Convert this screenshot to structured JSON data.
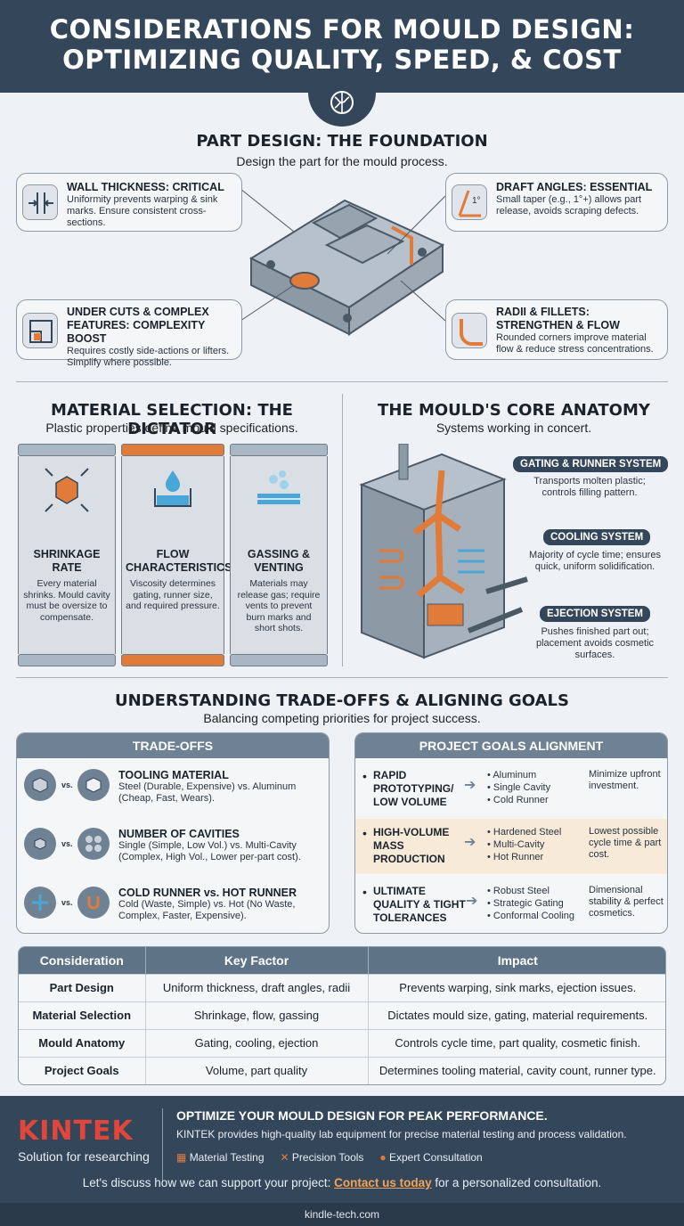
{
  "header": {
    "line1": "CONSIDERATIONS FOR MOULD DESIGN:",
    "line2": "OPTIMIZING QUALITY, SPEED, & COST"
  },
  "part_design": {
    "title": "PART DESIGN: THE FOUNDATION",
    "subtitle": "Design the part for the mould process.",
    "cards": [
      {
        "title": "WALL THICKNESS: CRITICAL",
        "text": "Uniformity prevents warping & sink marks. Ensure consistent cross-sections."
      },
      {
        "title": "DRAFT ANGLES: ESSENTIAL",
        "text": "Small taper (e.g., 1°+) allows part release, avoids scraping defects.",
        "icon_label": "1°"
      },
      {
        "title": "UNDER CUTS & COMPLEX FEATURES: COMPLEXITY BOOST",
        "text": "Requires costly side-actions or lifters. Simplify where possible."
      },
      {
        "title": "RADII & FILLETS: STRENGTHEN & FLOW",
        "text": "Rounded corners improve material flow & reduce stress concentrations."
      }
    ]
  },
  "material": {
    "title": "MATERIAL SELECTION: THE DICTATOR",
    "subtitle": "Plastic properties define mould specifications.",
    "pillars": [
      {
        "title": "SHRINKAGE RATE",
        "text": "Every material shrinks. Mould cavity must be oversize to compensate."
      },
      {
        "title": "FLOW CHARACTERISTICS",
        "text": "Viscosity determines gating, runner size, and required pressure."
      },
      {
        "title": "GASSING & VENTING",
        "text": "Materials may release gas; require vents to prevent burn marks and short shots."
      }
    ]
  },
  "anatomy": {
    "title": "THE MOULD'S CORE ANATOMY",
    "subtitle": "Systems working in concert.",
    "systems": [
      {
        "label": "GATING & RUNNER SYSTEM",
        "text": "Transports molten plastic; controls filling pattern."
      },
      {
        "label": "COOLING SYSTEM",
        "text": "Majority of cycle time; ensures quick, uniform solidification."
      },
      {
        "label": "EJECTION SYSTEM",
        "text": "Pushes finished part out; placement avoids cosmetic surfaces."
      }
    ]
  },
  "tradeoffs": {
    "title": "UNDERSTANDING TRADE-OFFS & ALIGNING GOALS",
    "subtitle": "Balancing competing priorities for project success.",
    "panel_title": "TRADE-OFFS",
    "vs_label": "vs.",
    "items": [
      {
        "title": "TOOLING MATERIAL",
        "text": "Steel (Durable, Expensive) vs. Aluminum (Cheap, Fast, Wears)."
      },
      {
        "title": "NUMBER OF CAVITIES",
        "text": "Single (Simple, Low Vol.) vs. Multi-Cavity (Complex, High Vol., Lower per-part cost)."
      },
      {
        "title": "COLD RUNNER vs. HOT RUNNER",
        "text": "Cold (Waste, Simple) vs. Hot (No Waste, Complex, Faster, Expensive)."
      }
    ]
  },
  "goals": {
    "panel_title": "PROJECT GOALS ALIGNMENT",
    "rows": [
      {
        "title": "RAPID PROTOTYPING/ LOW VOLUME",
        "list": [
          "Aluminum",
          "Single Cavity",
          "Cold Runner"
        ],
        "impact": "Minimize upfront investment."
      },
      {
        "title": "HIGH-VOLUME MASS PRODUCTION",
        "list": [
          "Hardened Steel",
          "Multi-Cavity",
          "Hot Runner"
        ],
        "impact": "Lowest possible cycle time & part cost."
      },
      {
        "title": "ULTIMATE QUALITY & TIGHT TOLERANCES",
        "list": [
          "Robust Steel",
          "Strategic Gating",
          "Conformal Cooling"
        ],
        "impact": "Dimensional stability & perfect cosmetics."
      }
    ]
  },
  "summary": {
    "headers": [
      "Consideration",
      "Key Factor",
      "Impact"
    ],
    "rows": [
      [
        "Part Design",
        "Uniform thickness, draft angles, radii",
        "Prevents warping, sink marks, ejection issues."
      ],
      [
        "Material Selection",
        "Shrinkage, flow, gassing",
        "Dictates mould size, gating, material requirements."
      ],
      [
        "Mould Anatomy",
        "Gating, cooling, ejection",
        "Controls cycle time, part quality, cosmetic finish."
      ],
      [
        "Project Goals",
        "Volume, part quality",
        "Determines tooling material, cavity count, runner type."
      ]
    ]
  },
  "footer": {
    "brand": "KINTEK",
    "tagline": "Solution for researching",
    "headline": "OPTIMIZE YOUR MOULD DESIGN FOR PEAK PERFORMANCE.",
    "text": "KINTEK provides high-quality lab equipment for precise material testing and process validation.",
    "features": [
      "Material Testing",
      "Precision Tools",
      "Expert Consultation"
    ],
    "cta_before": "Let's discuss how we can support your project: ",
    "cta_link": "Contact us today",
    "cta_after": " for a personalized consultation.",
    "url": "kindle-tech.com"
  },
  "colors": {
    "header": "#34475a",
    "accent": "#e07b3a",
    "cool": "#4aa6d6",
    "panel": "#6f8294"
  }
}
